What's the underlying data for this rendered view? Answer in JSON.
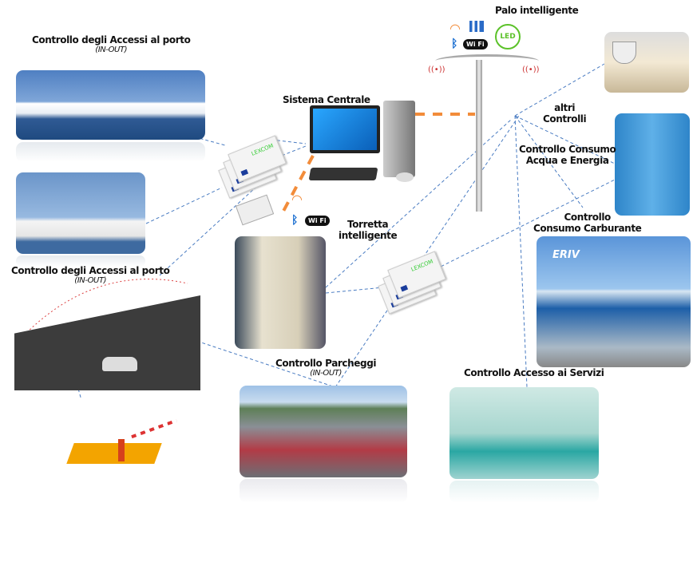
{
  "labels": {
    "access_port_top": {
      "title": "Controllo degli Accessi al porto",
      "sub": "(IN-OUT)"
    },
    "central_system": "Sistema Centrale",
    "smart_pole": "Palo intelligente",
    "other_controls": [
      "altri",
      "Controlli"
    ],
    "water_energy": [
      "Controllo Consumo",
      "Acqua e Energia"
    ],
    "fuel": [
      "Controllo",
      "Consumo Carburante"
    ],
    "smart_turret": [
      "Torretta",
      "intelligente"
    ],
    "access_port_bottom": {
      "title": "Controllo degli Accessi al porto",
      "sub": "(IN-OUT)"
    },
    "parking": {
      "title": "Controllo Parcheggi",
      "sub": "(IN-OUT)"
    },
    "services": "Controllo Accesso ai Servizi"
  },
  "logos": {
    "card_brand": "LEXCOM",
    "led": "LED",
    "wifi": "Wi Fi",
    "station_brand": "ERIV"
  },
  "colors": {
    "link_dashed": "#4a7cc2",
    "wired_dashed": "#f28c3a",
    "led_green": "#5cc22a"
  }
}
